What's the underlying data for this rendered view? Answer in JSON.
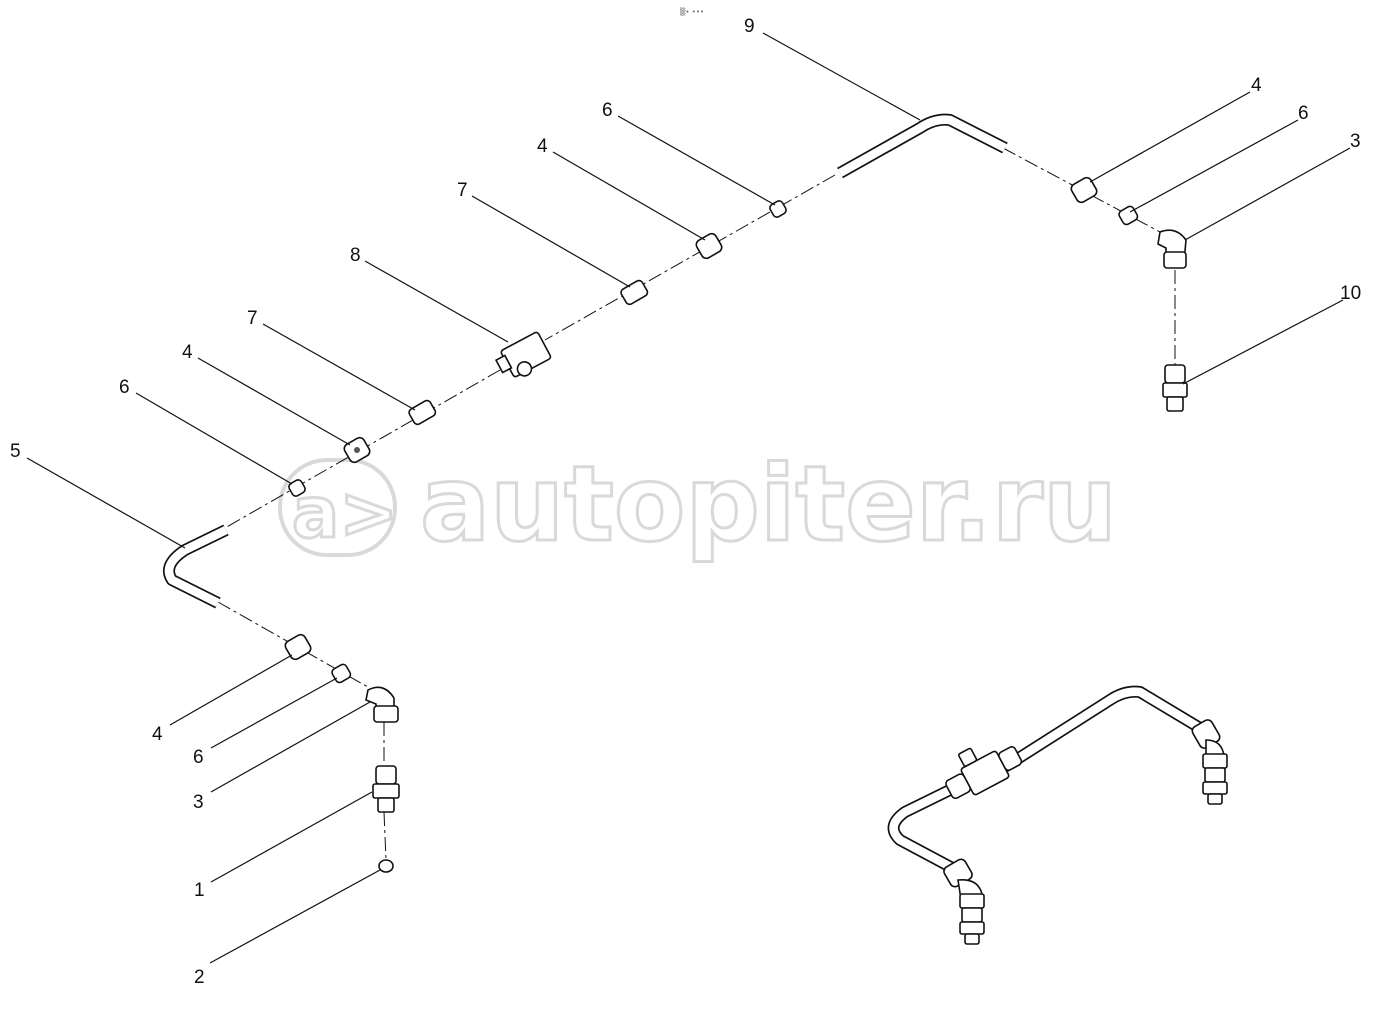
{
  "watermark": {
    "text": "autopiter.ru",
    "logo_glyph": "a>"
  },
  "corner_mark": "▒• •••",
  "callouts": [
    "9",
    "4",
    "6",
    "3",
    "6",
    "4",
    "7",
    "8",
    "7",
    "4",
    "6",
    "5",
    "10",
    "4",
    "6",
    "3",
    "1",
    "2"
  ]
}
